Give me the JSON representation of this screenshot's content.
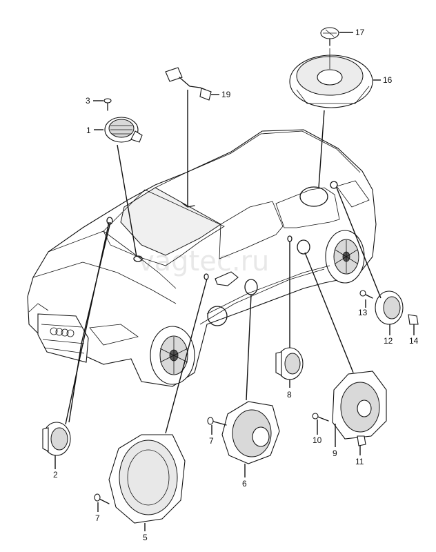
{
  "watermark": "vagtec.ru",
  "callouts": [
    {
      "id": "c1",
      "label": "1"
    },
    {
      "id": "c2",
      "label": "2"
    },
    {
      "id": "c3",
      "label": "3"
    },
    {
      "id": "c4",
      "label": "5"
    },
    {
      "id": "c5",
      "label": "6"
    },
    {
      "id": "c6",
      "label": "7"
    },
    {
      "id": "c7",
      "label": "7"
    },
    {
      "id": "c8",
      "label": "8"
    },
    {
      "id": "c9",
      "label": "9"
    },
    {
      "id": "c10",
      "label": "10"
    },
    {
      "id": "c11",
      "label": "11"
    },
    {
      "id": "c12",
      "label": "12"
    },
    {
      "id": "c13",
      "label": "13"
    },
    {
      "id": "c14",
      "label": "14"
    },
    {
      "id": "c15",
      "label": "16"
    },
    {
      "id": "c16",
      "label": "17"
    },
    {
      "id": "c17",
      "label": "19"
    }
  ]
}
